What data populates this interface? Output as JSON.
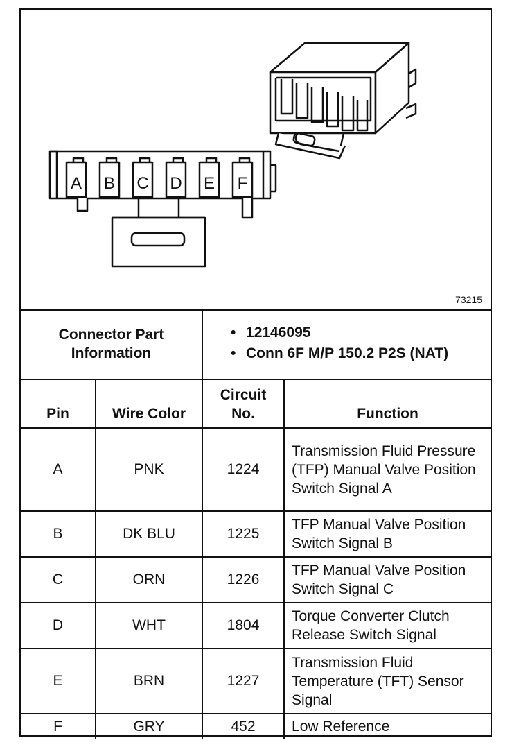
{
  "figure": {
    "id": "73215",
    "pin_letters": [
      "A",
      "B",
      "C",
      "D",
      "E",
      "F"
    ]
  },
  "connector": {
    "label": "Connector Part Information",
    "items": [
      "12146095",
      "Conn 6F M/P 150.2 P2S (NAT)"
    ]
  },
  "table": {
    "headers": {
      "pin": "Pin",
      "wire_color": "Wire Color",
      "circuit_no": "Circuit No.",
      "function": "Function"
    },
    "rows": [
      {
        "pin": "A",
        "wire_color": "PNK",
        "circuit": "1224",
        "function": "Transmission Fluid Pressure (TFP) Manual Valve Position Switch Signal A"
      },
      {
        "pin": "B",
        "wire_color": "DK BLU",
        "circuit": "1225",
        "function": "TFP Manual Valve Position Switch Signal B"
      },
      {
        "pin": "C",
        "wire_color": "ORN",
        "circuit": "1226",
        "function": "TFP Manual Valve Position Switch Signal C"
      },
      {
        "pin": "D",
        "wire_color": "WHT",
        "circuit": "1804",
        "function": "Torque Converter Clutch Release Switch Signal"
      },
      {
        "pin": "E",
        "wire_color": "BRN",
        "circuit": "1227",
        "function": "Transmission Fluid Temperature (TFT) Sensor Signal"
      },
      {
        "pin": "F",
        "wire_color": "GRY",
        "circuit": "452",
        "function": "Low Reference"
      }
    ]
  }
}
